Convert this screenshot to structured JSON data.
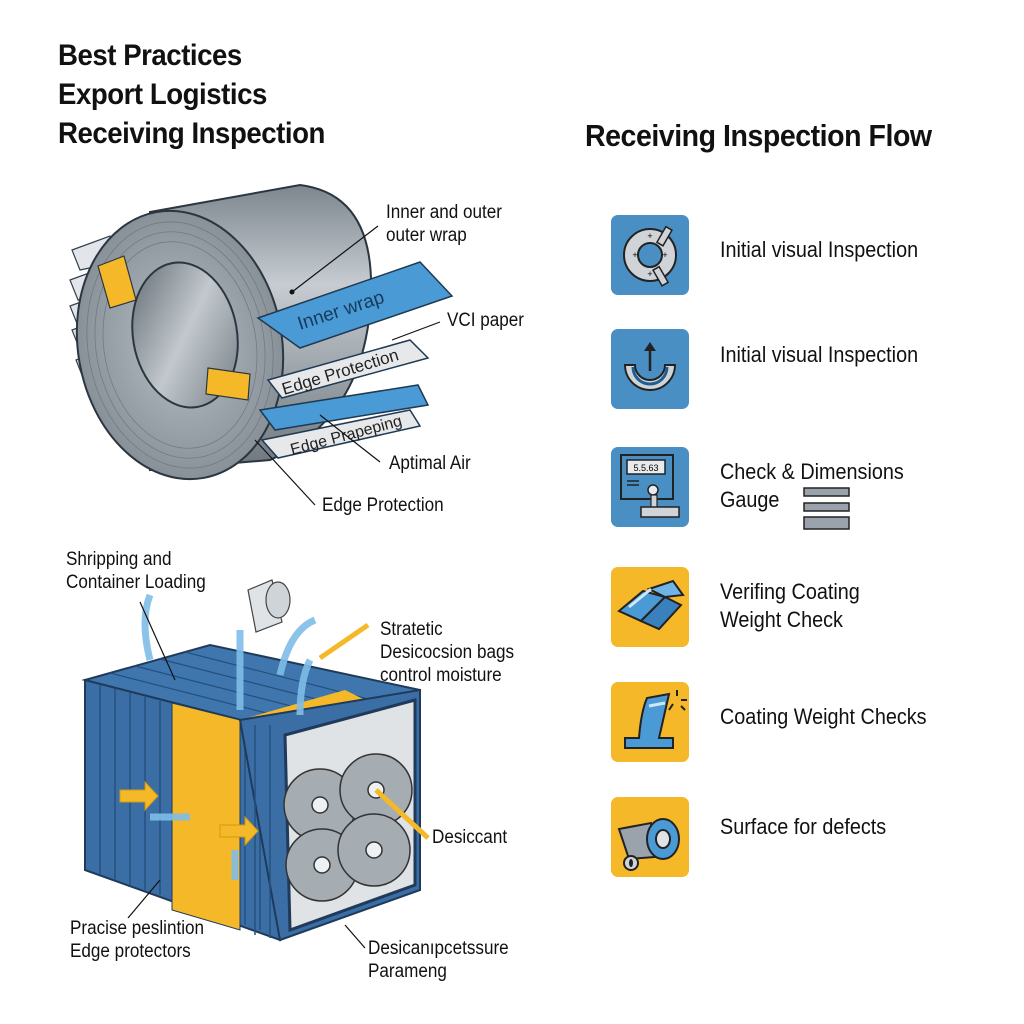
{
  "header": {
    "title_lines": [
      "Best Practices",
      "Export Logistics",
      "Receiving Inspection"
    ]
  },
  "coil_diagram": {
    "layers": [
      "Inner wrap",
      "Edge Protection",
      "Edge Prapeping"
    ],
    "callouts": {
      "wrap": [
        "Inner and outer",
        "outer wrap"
      ],
      "vci": "VCI paper",
      "air": "Aptimal Air",
      "edge": "Edge Protection"
    },
    "colors": {
      "steel": "#9aa3ab",
      "wrap_blue": "#4a9ad6",
      "paper": "#e6e8ea",
      "strap": "#f5b829"
    }
  },
  "container_diagram": {
    "callouts": {
      "shipping": [
        "Shripping and",
        "Container Loading"
      ],
      "desiccant_bags": [
        "Stratetic",
        "Desicocsion bags",
        "control moisture"
      ],
      "desiccant": "Desiccant",
      "edge_protectors": [
        "Pracise peslintion",
        "Edge protectors"
      ],
      "pressure": [
        "Desicanıpcetssure",
        "Parameng"
      ]
    },
    "colors": {
      "container": "#3a6ea5",
      "band": "#f5b829",
      "airflow": "#7fbde8"
    }
  },
  "flow": {
    "title": "Receiving Inspection Flow",
    "steps": [
      {
        "label": [
          "Initial visual Inspection"
        ],
        "icon": "coil-inspection-icon",
        "tile": "blue"
      },
      {
        "label": [
          "Initial visual Inspection"
        ],
        "icon": "coil-lift-icon",
        "tile": "blue"
      },
      {
        "label": [
          "Check & Dimensions",
          "Gauge"
        ],
        "icon": "gauge-meter-icon",
        "tile": "blue",
        "gauge_display": "5.5.63"
      },
      {
        "label": [
          "Verifing Coating",
          "Weight Check"
        ],
        "icon": "open-box-icon",
        "tile": "yellow"
      },
      {
        "label": [
          "Coating Weight Checks"
        ],
        "icon": "sheet-spark-icon",
        "tile": "yellow"
      },
      {
        "label": [
          "Surface for defects"
        ],
        "icon": "coil-cart-icon",
        "tile": "yellow"
      }
    ]
  }
}
